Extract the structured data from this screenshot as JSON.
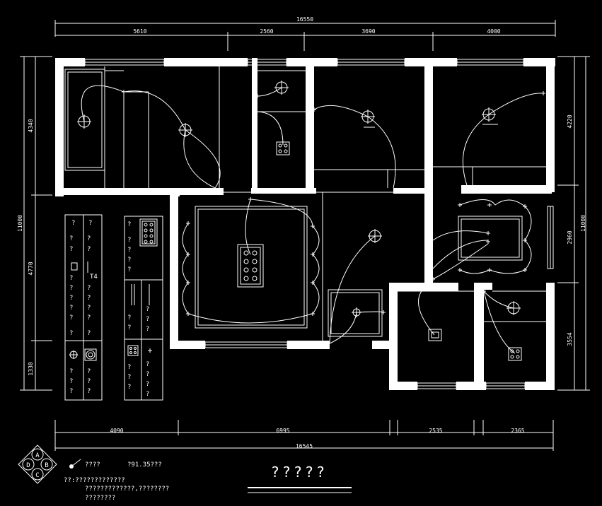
{
  "dimensions": {
    "top_total": "16550",
    "top_segments": [
      "5610",
      "2560",
      "3690",
      "4000"
    ],
    "bottom_total": "16545",
    "bottom_segments": [
      "4090",
      "6995",
      "2535",
      "2365"
    ],
    "left_segments": [
      "4340",
      "4770",
      "1330"
    ],
    "left_total": "11000",
    "right_segments": [
      "4220",
      "2960",
      "3554"
    ],
    "right_total": "11000"
  },
  "legend": {
    "col1_rows": [
      "?",
      "?",
      "?",
      "?",
      "?",
      "?",
      "?",
      "?",
      "?",
      "?",
      "?",
      "?",
      "?"
    ],
    "col2_rows": [
      "?",
      "?",
      "?",
      "?",
      "T4",
      "?",
      "?",
      "?",
      "?",
      "?",
      "?",
      "?",
      "?",
      "?"
    ],
    "col3_rows": [
      "?",
      "?",
      "?",
      "?",
      "?",
      "?",
      "?",
      "?",
      "?",
      "?",
      "?",
      "?"
    ],
    "col4_rows": [
      "?",
      "?",
      "?",
      "?",
      "?",
      "?",
      "?",
      "?",
      "?"
    ]
  },
  "compass": {
    "n": "A",
    "w": "D",
    "e": "B",
    "s": "C"
  },
  "notes": {
    "switch_label": "????",
    "area_label": "?91.35???",
    "note_line1": "??:?????????????",
    "note_line2": "?????????????,????????",
    "note_line3": "????????"
  },
  "drawing_title": "?????"
}
